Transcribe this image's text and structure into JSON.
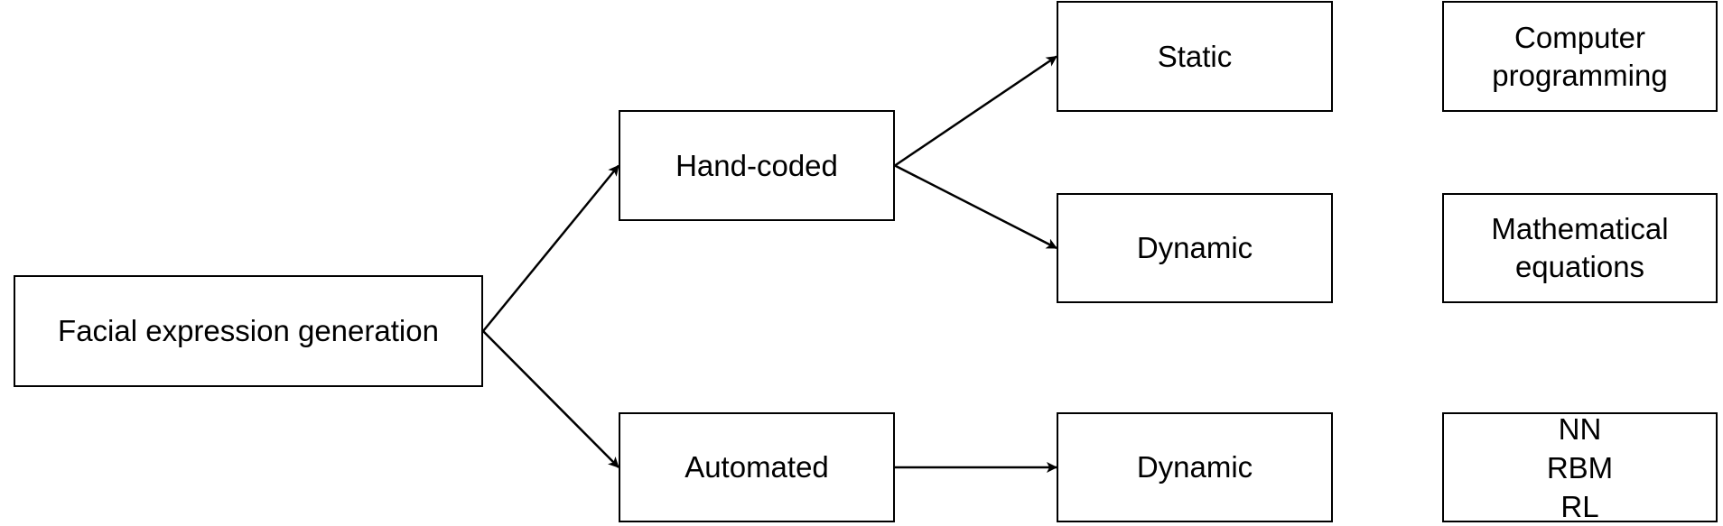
{
  "diagram": {
    "type": "flowchart",
    "colors": {
      "stroke": "#000000",
      "fill": "#ffffff",
      "text": "#000000"
    },
    "nodes": {
      "root": {
        "label": "Facial expression generation"
      },
      "hand_coded": {
        "label": "Hand-coded"
      },
      "automated": {
        "label": "Automated"
      },
      "static": {
        "label": "Static"
      },
      "dynamic_hand": {
        "label": "Dynamic"
      },
      "dynamic_auto": {
        "label": "Dynamic"
      },
      "computer_programming": {
        "lines": [
          "Computer",
          "programming"
        ]
      },
      "mathematical_equations": {
        "lines": [
          "Mathematical",
          "equations"
        ]
      },
      "learning_methods": {
        "lines": [
          "NN",
          "RBM",
          "RL"
        ]
      }
    },
    "edges": [
      {
        "from": "root",
        "to": "hand_coded"
      },
      {
        "from": "root",
        "to": "automated"
      },
      {
        "from": "hand_coded",
        "to": "static"
      },
      {
        "from": "hand_coded",
        "to": "dynamic_hand"
      },
      {
        "from": "automated",
        "to": "dynamic_auto"
      }
    ]
  }
}
